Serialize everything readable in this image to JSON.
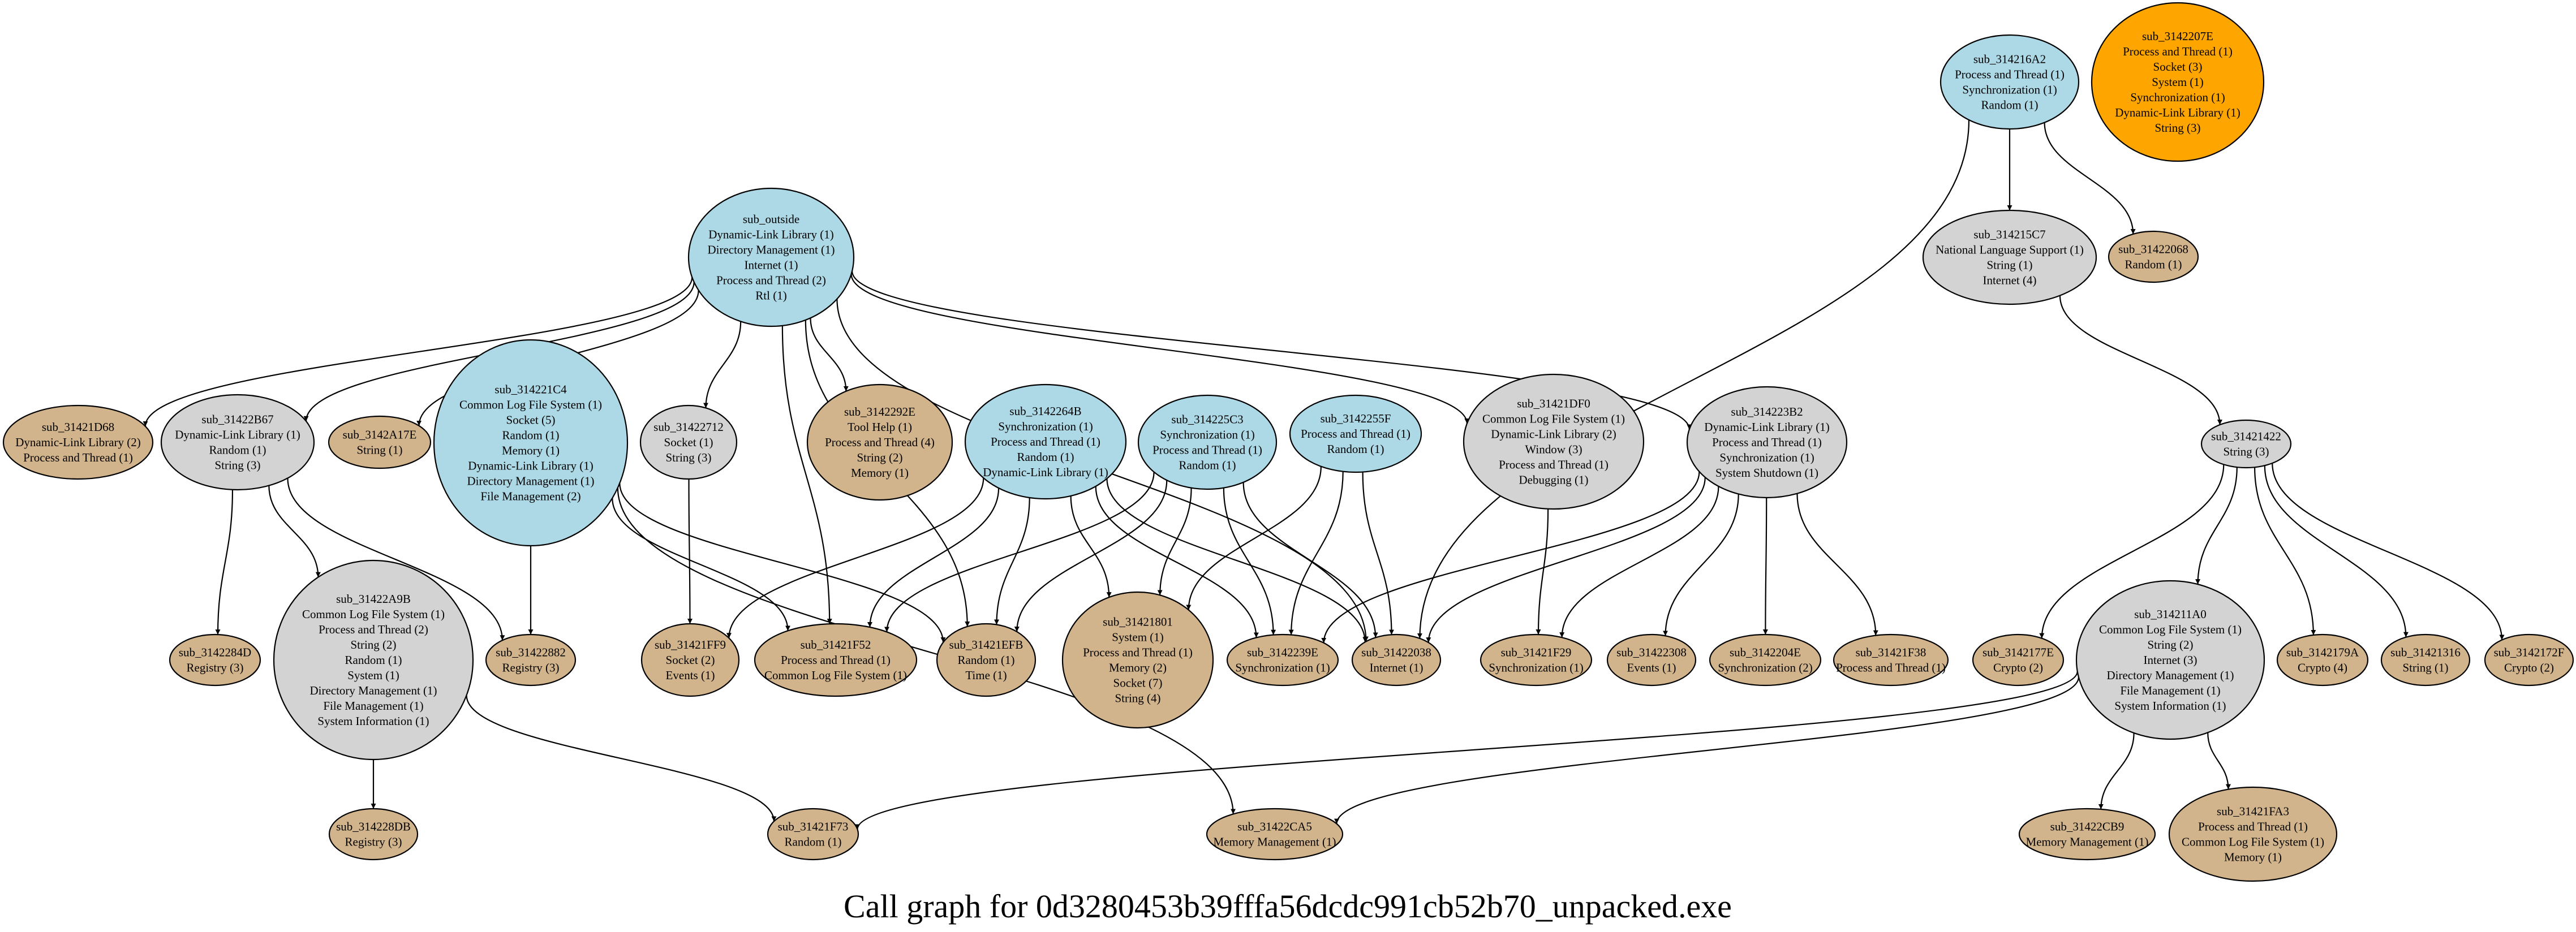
{
  "title": "Call graph for 0d3280453b39fffa56dcdc991cb52b70_unpacked.exe",
  "colors": {
    "lightblue": "#add8e6",
    "lightgray": "#d3d3d3",
    "tan": "#d2b48c",
    "orange": "#ffa500"
  },
  "nodes": [
    {
      "id": "sub_outside",
      "color": "lightblue",
      "lines": [
        "Dynamic-Link Library (1)",
        "Directory Management (1)",
        "Internet (1)",
        "Process and Thread (2)",
        "Rtl (1)"
      ]
    },
    {
      "id": "sub_31421D68",
      "color": "tan",
      "lines": [
        "Dynamic-Link Library (2)",
        "Process and Thread (1)"
      ]
    },
    {
      "id": "sub_31422B67",
      "color": "lightgray",
      "lines": [
        "Dynamic-Link Library (1)",
        "Random (1)",
        "String (3)"
      ]
    },
    {
      "id": "sub_3142A17E",
      "color": "tan",
      "lines": [
        "String (1)"
      ]
    },
    {
      "id": "sub_314221C4",
      "color": "lightblue",
      "lines": [
        "Common Log File System (1)",
        "Socket (5)",
        "Random (1)",
        "Memory (1)",
        "Dynamic-Link Library (1)",
        "Directory Management (1)",
        "File Management (2)"
      ]
    },
    {
      "id": "sub_31422712",
      "color": "lightgray",
      "lines": [
        "Socket (1)",
        "String (3)"
      ]
    },
    {
      "id": "sub_3142292E",
      "color": "tan",
      "lines": [
        "Tool Help (1)",
        "Process and Thread (4)",
        "String (2)",
        "Memory (1)"
      ]
    },
    {
      "id": "sub_3142264B",
      "color": "lightblue",
      "lines": [
        "Synchronization (1)",
        "Process and Thread (1)",
        "Random (1)",
        "Dynamic-Link Library (1)"
      ]
    },
    {
      "id": "sub_314225C3",
      "color": "lightblue",
      "lines": [
        "Synchronization (1)",
        "Process and Thread (1)",
        "Random (1)"
      ]
    },
    {
      "id": "sub_3142255F",
      "color": "lightblue",
      "lines": [
        "Process and Thread (1)",
        "Random (1)"
      ]
    },
    {
      "id": "sub_31421DF0",
      "color": "lightgray",
      "lines": [
        "Common Log File System (1)",
        "Dynamic-Link Library (2)",
        "Window (3)",
        "Process and Thread (1)",
        "Debugging (1)"
      ]
    },
    {
      "id": "sub_314223B2",
      "color": "lightgray",
      "lines": [
        "Dynamic-Link Library (1)",
        "Process and Thread (1)",
        "Synchronization (1)",
        "System Shutdown (1)"
      ]
    },
    {
      "id": "sub_314216A2",
      "color": "lightblue",
      "lines": [
        "Process and Thread (1)",
        "Synchronization (1)",
        "Random (1)"
      ]
    },
    {
      "id": "sub_3142207E",
      "color": "orange",
      "lines": [
        "Process and Thread (1)",
        "Socket (3)",
        "System (1)",
        "Synchronization (1)",
        "Dynamic-Link Library (1)",
        "String (3)"
      ]
    },
    {
      "id": "sub_314215C7",
      "color": "lightgray",
      "lines": [
        "National Language Support (1)",
        "String (1)",
        "Internet (4)"
      ]
    },
    {
      "id": "sub_31422068",
      "color": "tan",
      "lines": [
        "Random (1)"
      ]
    },
    {
      "id": "sub_31421422",
      "color": "lightgray",
      "lines": [
        "String (3)"
      ]
    },
    {
      "id": "sub_3142284D",
      "color": "tan",
      "lines": [
        "Registry (3)"
      ]
    },
    {
      "id": "sub_31422A9B",
      "color": "lightgray",
      "lines": [
        "Common Log File System (1)",
        "Process and Thread (2)",
        "String (2)",
        "Random (1)",
        "System (1)",
        "Directory Management (1)",
        "File Management (1)",
        "System Information (1)"
      ]
    },
    {
      "id": "sub_31422882",
      "color": "tan",
      "lines": [
        "Registry (3)"
      ]
    },
    {
      "id": "sub_31421FF9",
      "color": "tan",
      "lines": [
        "Socket (2)",
        "Events (1)"
      ]
    },
    {
      "id": "sub_31421F52",
      "color": "tan",
      "lines": [
        "Process and Thread (1)",
        "Common Log File System (1)"
      ]
    },
    {
      "id": "sub_31421EFB",
      "color": "tan",
      "lines": [
        "Random (1)",
        "Time (1)"
      ]
    },
    {
      "id": "sub_31421801",
      "color": "tan",
      "lines": [
        "System (1)",
        "Process and Thread (1)",
        "Memory (2)",
        "Socket (7)",
        "String (4)"
      ]
    },
    {
      "id": "sub_3142239E",
      "color": "tan",
      "lines": [
        "Synchronization (1)"
      ]
    },
    {
      "id": "sub_31422038",
      "color": "tan",
      "lines": [
        "Internet (1)"
      ]
    },
    {
      "id": "sub_31421F29",
      "color": "tan",
      "lines": [
        "Synchronization (1)"
      ]
    },
    {
      "id": "sub_31422308",
      "color": "tan",
      "lines": [
        "Events (1)"
      ]
    },
    {
      "id": "sub_3142204E",
      "color": "tan",
      "lines": [
        "Synchronization (2)"
      ]
    },
    {
      "id": "sub_31421F38",
      "color": "tan",
      "lines": [
        "Process and Thread (1)"
      ]
    },
    {
      "id": "sub_3142177E",
      "color": "tan",
      "lines": [
        "Crypto (2)"
      ]
    },
    {
      "id": "sub_314211A0",
      "color": "lightgray",
      "lines": [
        "Common Log File System (1)",
        "String (2)",
        "Internet (3)",
        "Directory Management (1)",
        "File Management (1)",
        "System Information (1)"
      ]
    },
    {
      "id": "sub_3142179A",
      "color": "tan",
      "lines": [
        "Crypto (4)"
      ]
    },
    {
      "id": "sub_31421316",
      "color": "tan",
      "lines": [
        "String (1)"
      ]
    },
    {
      "id": "sub_3142172F",
      "color": "tan",
      "lines": [
        "Crypto (2)"
      ]
    },
    {
      "id": "sub_314228DB",
      "color": "tan",
      "lines": [
        "Registry (3)"
      ]
    },
    {
      "id": "sub_31421F73",
      "color": "tan",
      "lines": [
        "Random (1)"
      ]
    },
    {
      "id": "sub_31422CA5",
      "color": "tan",
      "lines": [
        "Memory Management (1)"
      ]
    },
    {
      "id": "sub_31422CB9",
      "color": "tan",
      "lines": [
        "Memory Management (1)"
      ]
    },
    {
      "id": "sub_31421FA3",
      "color": "tan",
      "lines": [
        "Process and Thread (1)",
        "Common Log File System (1)",
        "Memory (1)"
      ]
    }
  ],
  "edges": [
    [
      "sub_outside",
      "sub_31421D68"
    ],
    [
      "sub_outside",
      "sub_31422B67"
    ],
    [
      "sub_outside",
      "sub_3142A17E"
    ],
    [
      "sub_outside",
      "sub_31422712"
    ],
    [
      "sub_outside",
      "sub_3142292E"
    ],
    [
      "sub_outside",
      "sub_31421F52"
    ],
    [
      "sub_outside",
      "sub_31421EFB"
    ],
    [
      "sub_outside",
      "sub_31421DF0"
    ],
    [
      "sub_outside",
      "sub_314223B2"
    ],
    [
      "sub_outside",
      "sub_31422038"
    ],
    [
      "sub_31422B67",
      "sub_3142284D"
    ],
    [
      "sub_31422B67",
      "sub_31422A9B"
    ],
    [
      "sub_31422B67",
      "sub_31422882"
    ],
    [
      "sub_31422A9B",
      "sub_314228DB"
    ],
    [
      "sub_31422A9B",
      "sub_31421F73"
    ],
    [
      "sub_314221C4",
      "sub_31422882"
    ],
    [
      "sub_314221C4",
      "sub_31421F52"
    ],
    [
      "sub_314221C4",
      "sub_31421EFB"
    ],
    [
      "sub_314221C4",
      "sub_31422CA5"
    ],
    [
      "sub_31422712",
      "sub_31421FF9"
    ],
    [
      "sub_3142264B",
      "sub_31421FF9"
    ],
    [
      "sub_3142264B",
      "sub_31421F52"
    ],
    [
      "sub_3142264B",
      "sub_31421EFB"
    ],
    [
      "sub_3142264B",
      "sub_31421801"
    ],
    [
      "sub_3142264B",
      "sub_3142239E"
    ],
    [
      "sub_3142264B",
      "sub_31422038"
    ],
    [
      "sub_314225C3",
      "sub_31421F52"
    ],
    [
      "sub_314225C3",
      "sub_31421EFB"
    ],
    [
      "sub_314225C3",
      "sub_31421801"
    ],
    [
      "sub_314225C3",
      "sub_3142239E"
    ],
    [
      "sub_314225C3",
      "sub_31422038"
    ],
    [
      "sub_3142255F",
      "sub_31421801"
    ],
    [
      "sub_3142255F",
      "sub_3142239E"
    ],
    [
      "sub_3142255F",
      "sub_31422038"
    ],
    [
      "sub_31421DF0",
      "sub_31421F29"
    ],
    [
      "sub_314223B2",
      "sub_3142239E"
    ],
    [
      "sub_314223B2",
      "sub_31422038"
    ],
    [
      "sub_314223B2",
      "sub_31421F29"
    ],
    [
      "sub_314223B2",
      "sub_31422308"
    ],
    [
      "sub_314223B2",
      "sub_3142204E"
    ],
    [
      "sub_314223B2",
      "sub_31421F38"
    ],
    [
      "sub_314216A2",
      "sub_314215C7"
    ],
    [
      "sub_314216A2",
      "sub_31422068"
    ],
    [
      "sub_314216A2",
      "sub_31422038"
    ],
    [
      "sub_314215C7",
      "sub_31421422"
    ],
    [
      "sub_31421422",
      "sub_3142177E"
    ],
    [
      "sub_31421422",
      "sub_314211A0"
    ],
    [
      "sub_31421422",
      "sub_3142179A"
    ],
    [
      "sub_31421422",
      "sub_31421316"
    ],
    [
      "sub_31421422",
      "sub_3142172F"
    ],
    [
      "sub_314211A0",
      "sub_31421F73"
    ],
    [
      "sub_314211A0",
      "sub_31422CA5"
    ],
    [
      "sub_314211A0",
      "sub_31422CB9"
    ],
    [
      "sub_314211A0",
      "sub_31421FA3"
    ]
  ]
}
